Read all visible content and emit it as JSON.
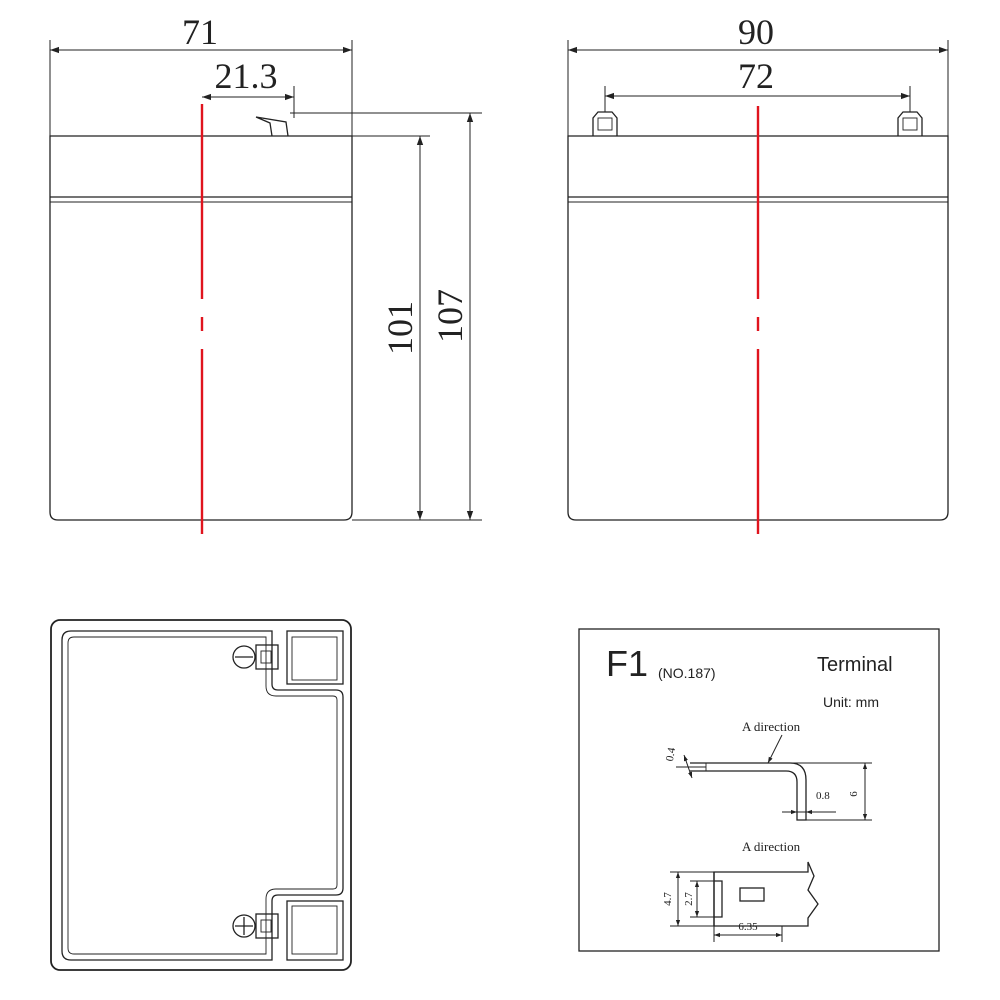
{
  "colors": {
    "outline": "#222222",
    "centerline": "#e0141e",
    "background": "#ffffff"
  },
  "side_view": {
    "width_dim": "71",
    "terminal_offset_dim": "21.3",
    "height_body_dim": "101",
    "height_total_dim": "107"
  },
  "front_view": {
    "width_dim": "90",
    "terminal_spacing_dim": "72"
  },
  "terminal_box": {
    "code": "F1",
    "number": "(NO.187)",
    "title": "Terminal",
    "unit": "Unit: mm",
    "direction_label_top": "A direction",
    "direction_label_bottom": "A direction",
    "dim_thickness": "0.4",
    "dim_bend": "0.8",
    "dim_height": "6",
    "dim_outer_width": "4.7",
    "dim_hole_width": "2.7",
    "dim_length": "6.35"
  }
}
